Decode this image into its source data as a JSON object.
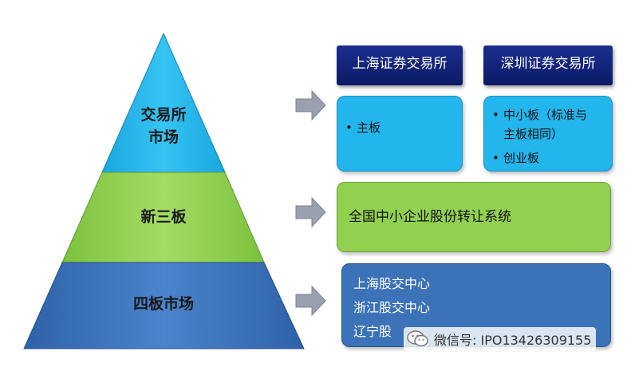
{
  "pyramid": {
    "tiers": [
      {
        "label_line1": "交易所",
        "label_line2": "市场",
        "color": "#23b6ec"
      },
      {
        "label": "新三板",
        "color": "#92d050"
      },
      {
        "label": "四板市场",
        "color": "#3b72b8"
      }
    ]
  },
  "exchanges": {
    "shanghai": {
      "title": "上海证券交易所",
      "bullets": [
        "主板"
      ]
    },
    "shenzhen": {
      "title": "深圳证券交易所",
      "bullets": [
        "中小板（标准与",
        "主板相同）",
        "创业板"
      ]
    }
  },
  "neeq": {
    "text": "全国中小企业股份转让系统"
  },
  "regional": {
    "lines": [
      "上海股交中心",
      "浙江股交中心",
      "辽宁股"
    ]
  },
  "watermark": {
    "icon": "wechat-icon",
    "text": "微信号: IPO13426309155"
  },
  "colors": {
    "header_navy": "#0b1a66",
    "arrow_gray": "#9aa0b0"
  }
}
